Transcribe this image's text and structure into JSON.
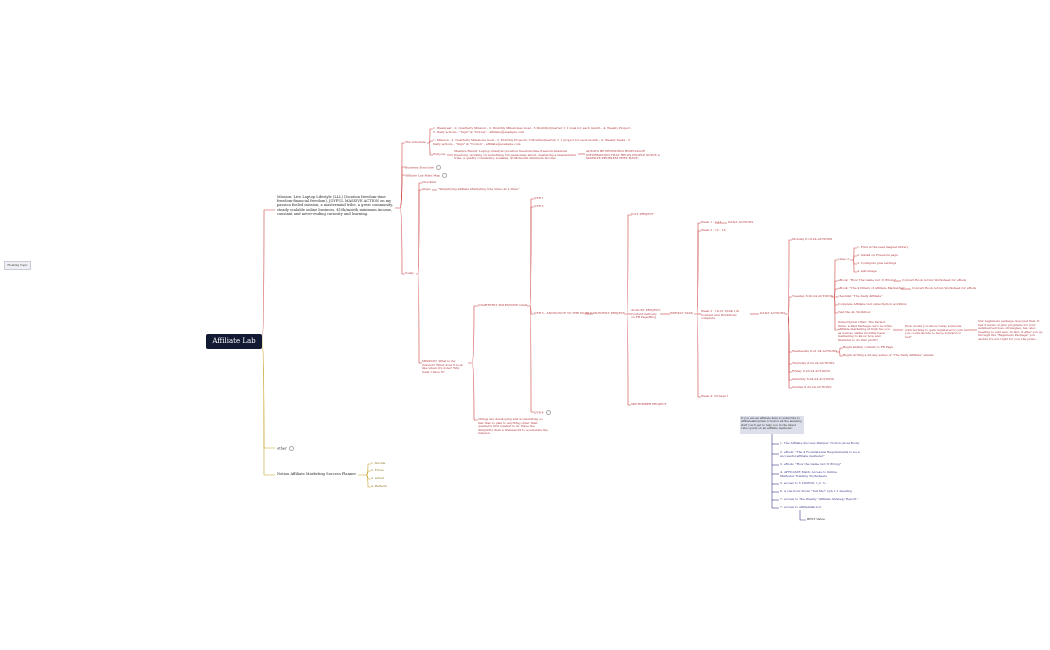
{
  "root": {
    "label": "Affiliate Lab"
  },
  "floating_topic": {
    "label": "Floating Topic"
  },
  "mission": {
    "text": "Mission: Live Laptop Lifestyle (LLL) (location freedom-time freedom-financial freedom), JOYFUL MASSIVE ACTION on my passion fueled mission, a mastermind tribe, a great community, steady scalable online business, $10k/month minimum income, constant and never-ending curiosity and learning."
  },
  "other": {
    "label": "other"
  },
  "notion_planner": {
    "label": "Notion Affiliate Marketing Success Planner",
    "items": [
      "1. Decide",
      "2. Focus",
      "3. action",
      "4. Reflects"
    ]
  },
  "top_branch": {
    "the_schedule": "The Schedule",
    "schedule_line_1": "1. Weekyear - 2. Quarterly Mission - 3. Monthly Milestones Goal - 3 Monthly/Quarter = 1 Goal for each month - 4. Weekly Project - 5. Daily actions - \"Sign\" & \"Notion\" - affiliate@example.com",
    "schedule_line_2": "1. Mission - 2. Quarterly Milestone Goal - 3. Monthly Projects: 3 Months/Quarter = 1 project for each month - 4. Weekly Tasks - 5. Daily actions - \"Sign\" & \"Notion\" - affiliate@example.com",
    "purpose": "Purpose",
    "purpose_text": "Massive Result: Laptop Lifestyle (location freedom-time freedom-financial freedom), working on something I'm passionate about, mastering a mastermind tribe, a quality community, scalable, $10k/month minimum income",
    "purpose_detail": "ALWAYS BE PROVIDING HIGH-VALUE INFORMATION THAT HELPS PEOPLE SOLVE A MASSIVE PROBLEM THEY HAVE.",
    "business_structure": "Business Structure",
    "affiliate_lab_mind_map": "Affiliate Lab Mind Map",
    "today": "Today",
    "checklist": "Checklist",
    "steps": "Steps",
    "steps_text": "\"Simplifying affiliate Marketing One Video at a Time\"",
    "mission_q": "MISSION: What is my mission? What does it look like when it's done? Why must I have it?",
    "milestone_note": "Things are developing and accelerating so fast that to plan to anything other than quarterly first Q(what is it). Have the Simplicity then a framework to accelerate the mission.",
    "quarterly_milestone": "QUARTERLY MILESTONE GOAL",
    "q1": "QTR 1",
    "q2": "QTR 2",
    "q3_launch": "QTR 3 - ANNOUNCE TO THE WORLD",
    "q4": "QTR 4",
    "monthly_project": "MONTHLY PROJECT",
    "july_project": "JULY PROJECT",
    "august_project": "AUGUST PROJECT: Content Delivery on FB Page/Blog",
    "september_project": "SEPTEMBER PROJECT",
    "weekly_task": "WEEKLY TASK",
    "week1": "Week 1 : 1-11",
    "week1_note": "DAILY ACTIONS",
    "week2": "Week 2 : 12 - 18",
    "week3": "Week 3 : 19-21 TASK 1/4: Content and Workflows complete.",
    "week4": "Week 4: 25-Sept 1",
    "daily_actions": "DAILY ACTIONS",
    "monday": "Monday 8.19.24 ACTIONS",
    "tuesday": "Tuesday 8.20.24 ACTIONS",
    "wednesday": "Wednesday 8.21.24 ACTIONS",
    "thursday": "Thursday 8.22.24 ACTIONS",
    "friday": "Friday 8.23.24 ACTIONS",
    "saturday": "Saturday 8.24.24 ACTIONS",
    "sunday": "Sunday 8.25.24 ACTIONS",
    "video2": "video 2",
    "v_items": [
      "1. Find in the lead magnet library",
      "2. Install on Freedom page",
      "3. Configure plus settings",
      "4. add image"
    ],
    "ebook1": "eBook: \"How The Game Got It Wrong\"",
    "ebook1_note": "Convert Book Action Worksheet for eBook",
    "ebook2": "eBook: \"The 4 Pillars of Affiliate Marketing\"",
    "ebook2_note": "Convert Book Action Worksheet for eBook",
    "checklist_daily": "checklist \"The Daily Affiliate\"",
    "complete_list": "Complete Affiliate List subscription workflow",
    "test_workflow": "Test the AL Workflow",
    "subscription_note": "Subscription Offer: The Perfect Prize: a Paid Package, let's re-write affiliate marketing at high fee you as well as online monthly basic marketing to know how and financial to do ther profit?",
    "subscription_detail": "How would you know today someone with nothing to gain registered to join in you could decide to move forward or not?",
    "subscription_detail2": "Our beginners package does just that. It has 3 levels of plus programs for your summer/services, strategies, tax, also needing to add new. In fact, if after you go through the \"Beginners Package\" you decide it's not right for you, the prize...",
    "wed_a": "Begin adding content to FB Page",
    "wed_b": "Begin writing a 30-day series of \"The Daily Affiliate\" emails"
  },
  "note_box": {
    "text": "If you are an affiliate here to subscribe to affiliatelabsystem.io here's all the amazing stuff you'll get to help you in the latest video guide on an affiliate marketer:"
  },
  "blue_list": [
    "1. The Affiliate Success Planner: Notion (Goal Book)",
    "2. eBook: \"The 4 Foundational Requirements to be a successful affiliate marketer\"",
    "3. eBook: \"How the Game Got It Wrong\"",
    "4. AFFILIATE Math: Access to Online Marketer Training Worksheets",
    "5. access to 5 VIDEOS: 1,2, 3...",
    "6. A one hour Zoom \"Tell Me!\" Q/A 1:1 meeting",
    "7. Access to The Weekly \"Affiliate Strategy Report.\"",
    "7. Access to affiliatelab.bot"
  ],
  "best_value": {
    "label": "BEST Value"
  },
  "colors": {
    "red": "#b0353a",
    "gold": "#c9a227",
    "blue": "#3a3a8a",
    "root_bg": "#121a33"
  }
}
